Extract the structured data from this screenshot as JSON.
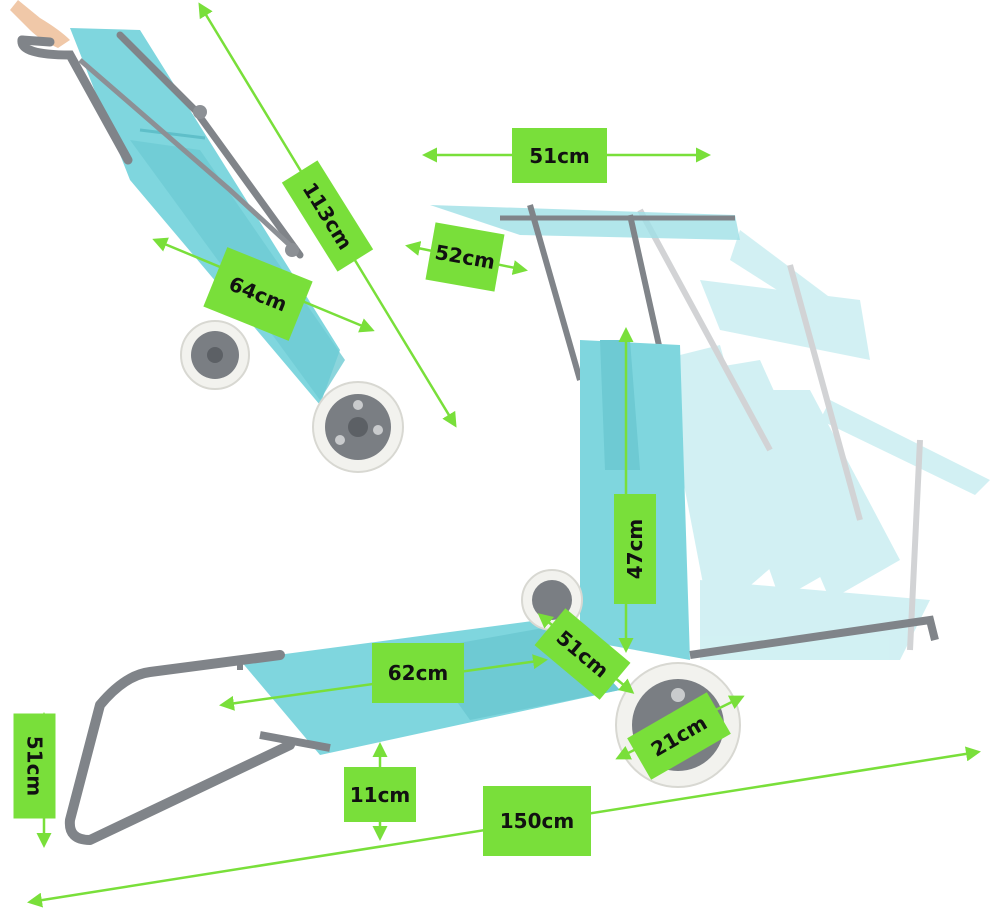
{
  "colors": {
    "label_bg": "#79df3a",
    "dimension_line": "#79df3a",
    "fabric": "#7fd6de",
    "fabric_shadow": "#5fbfc9",
    "frame": "#808489",
    "wheel_tire": "#f2f2ee",
    "wheel_hub": "#7a7e83"
  },
  "dimensions": {
    "folded_length": "113cm",
    "folded_width": "64cm",
    "canopy_width": "51cm",
    "canopy_depth": "52cm",
    "backrest_height": "47cm",
    "seat_width": "51cm",
    "seat_length": "62cm",
    "wheel_diameter": "21cm",
    "frame_height": "51cm",
    "seat_height": "11cm",
    "total_length": "150cm"
  }
}
